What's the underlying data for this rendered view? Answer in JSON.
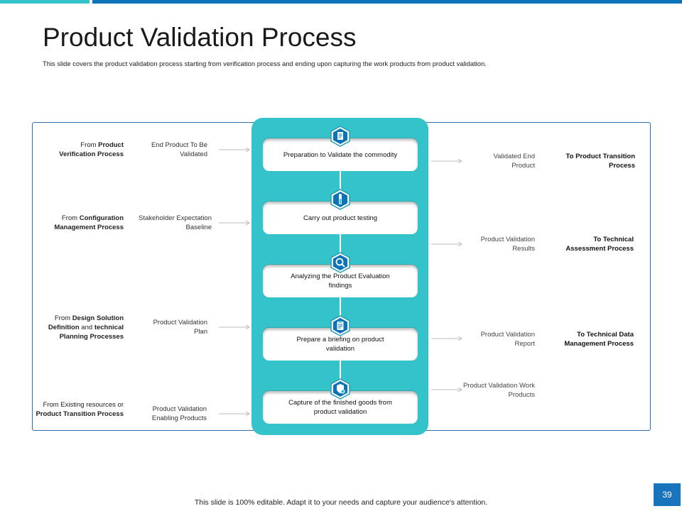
{
  "slide": {
    "title": "Product Validation Process",
    "subtitle": "This slide covers the product validation process starting from verification process and ending upon capturing the work products from product validation.",
    "footer": "This slide is 100% editable. Adapt it to your needs and capture your audience's attention.",
    "page_number": "39"
  },
  "colors": {
    "teal": "#35c3cb",
    "blue": "#0c73b8",
    "frame": "#2a6fb0"
  },
  "sources": [
    {
      "pre": "From ",
      "bold1": "Product",
      "mid": "",
      "bold2": "Verification Process",
      "post": ""
    },
    {
      "pre": "From ",
      "bold1": "Configuration",
      "mid": "",
      "bold2": "Management Process",
      "post": ""
    },
    {
      "pre": "From ",
      "bold1": "Design Solution Definition",
      "mid": " and ",
      "bold2": "technical Planning Processes",
      "post": ""
    },
    {
      "pre": "From Existing resources or ",
      "bold1": "Product Transition Process",
      "mid": "",
      "bold2": "",
      "post": ""
    }
  ],
  "inputs": [
    "End Product To Be Validated",
    "Stakeholder Expectation Baseline",
    "Product Validation Plan",
    "Product Validation Enabling Products"
  ],
  "steps": [
    {
      "label": "Preparation to Validate the commodity",
      "icon": "document-icon"
    },
    {
      "label": "Carry out product testing",
      "icon": "test-tube-icon"
    },
    {
      "label": "Analyzing the Product Evaluation findings",
      "icon": "magnifier-icon"
    },
    {
      "label": "Prepare a briefing on product validation",
      "icon": "clipboard-icon"
    },
    {
      "label": "Capture of the finished goods from product validation",
      "icon": "shield-gear-icon"
    }
  ],
  "outputs": [
    "Validated End Product",
    "Product Validation Results",
    "Product Validation Report",
    "Product Validation Work Products"
  ],
  "destinations": [
    "To Product Transition Process",
    "To Technical Assessment Process",
    "To Technical Data Management Process"
  ]
}
